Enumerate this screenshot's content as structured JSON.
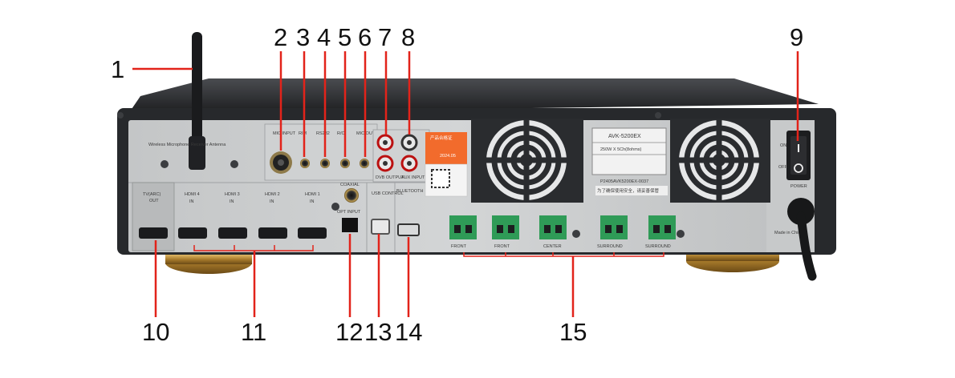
{
  "callouts": [
    {
      "id": "1",
      "label": "1"
    },
    {
      "id": "2",
      "label": "2"
    },
    {
      "id": "3",
      "label": "3"
    },
    {
      "id": "4",
      "label": "4"
    },
    {
      "id": "5",
      "label": "5"
    },
    {
      "id": "6",
      "label": "6"
    },
    {
      "id": "7",
      "label": "7"
    },
    {
      "id": "8",
      "label": "8"
    },
    {
      "id": "9",
      "label": "9"
    },
    {
      "id": "10",
      "label": "10"
    },
    {
      "id": "11",
      "label": "11"
    },
    {
      "id": "12",
      "label": "12"
    },
    {
      "id": "13",
      "label": "13"
    },
    {
      "id": "14",
      "label": "14"
    },
    {
      "id": "15",
      "label": "15"
    }
  ],
  "panel": {
    "antenna_label": "Wireless Microphone Receiver Antenna",
    "mic_input": "MIC INPUT",
    "rim": "RIM",
    "rs232": "RS232",
    "rc": "R/C",
    "mic_output": "MIC OUTPUT",
    "dvb_output": "DVB OUTPUT",
    "aux_input": "AUX INPUT",
    "hdmi_tv": "TV(ARC)",
    "hdmi_tv_sub": "OUT",
    "hdmi_4": "HDMI 4",
    "hdmi_3": "HDMI 3",
    "hdmi_2": "HDMI 2",
    "hdmi_1": "HDMI 1",
    "hdmi_in": "IN",
    "coaxial": "COAXIAL",
    "opt_input": "OPT INPUT",
    "usb_control": "USB CONTROL",
    "bluetooth": "BLUETOOTH",
    "model": "AVK-5200EX",
    "power_rating": "250W X 5Ch(8ohms)",
    "serial": "P2405AVK5200EX-0037",
    "power": "POWER",
    "on": "ON",
    "off": "OFF",
    "front_1": "FRONT",
    "front_2": "FRONT",
    "center": "CENTER",
    "surround_1": "SURROUND",
    "surround_2": "SURROUND",
    "cert_title": "产品合格证",
    "cert_date": "2024.05",
    "warning_text": "为了确保使用安全，请妥善保管",
    "made_in": "Made in China"
  },
  "colors": {
    "callout_line": "#e2231a",
    "chassis": "#2b2d30",
    "panel": "#c9cbcc",
    "terminal_green": "#2f9b57",
    "gold_feet": "#b88a3e"
  }
}
